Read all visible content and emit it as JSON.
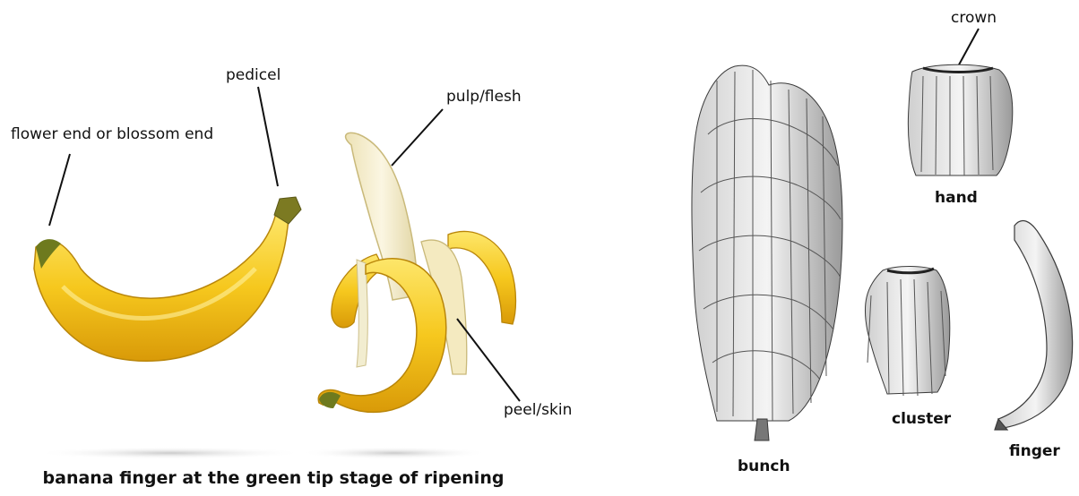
{
  "labels": {
    "flower_end": "flower end or blossom end",
    "pedicel": "pedicel",
    "pulp": "pulp/flesh",
    "peel": "peel/skin",
    "crown": "crown",
    "hand": "hand",
    "cluster": "cluster",
    "bunch": "bunch",
    "finger": "finger"
  },
  "caption": "banana finger at the green tip stage of ripening",
  "colors": {
    "banana_yellow": "#F6C81E",
    "banana_tip_green": "#6E7A1E",
    "pulp_cream": "#F3EBC8",
    "sketch_gray": "#555555"
  }
}
